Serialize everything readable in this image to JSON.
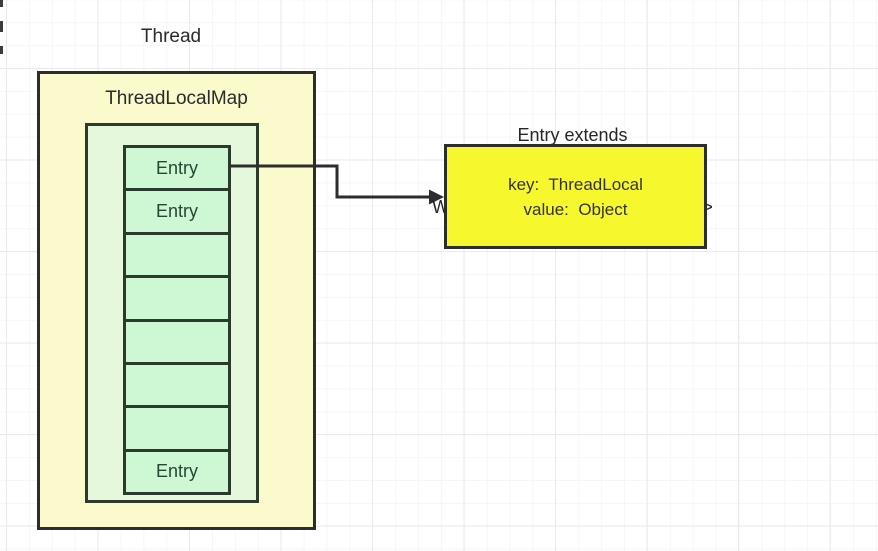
{
  "diagram": {
    "thread_label": "Thread",
    "map": {
      "title": "ThreadLocalMap",
      "cells": [
        "Entry",
        "Entry",
        "",
        "",
        "",
        "",
        "",
        "Entry"
      ]
    },
    "note": {
      "line1": "Entry extends",
      "line2": "WeakReference<ThreadLocal<?>>"
    },
    "entry_box": {
      "line1": "key:  ThreadLocal",
      "line2": "value:  Object"
    },
    "colors": {
      "thread_box_fill": "#fafacd",
      "map_table_fill": "#e5f8dc",
      "cell_fill": "#cdf8d3",
      "entry_box_fill": "#f7f72e",
      "border": "#2d2d2d",
      "grid_line": "#eaeaee"
    }
  }
}
